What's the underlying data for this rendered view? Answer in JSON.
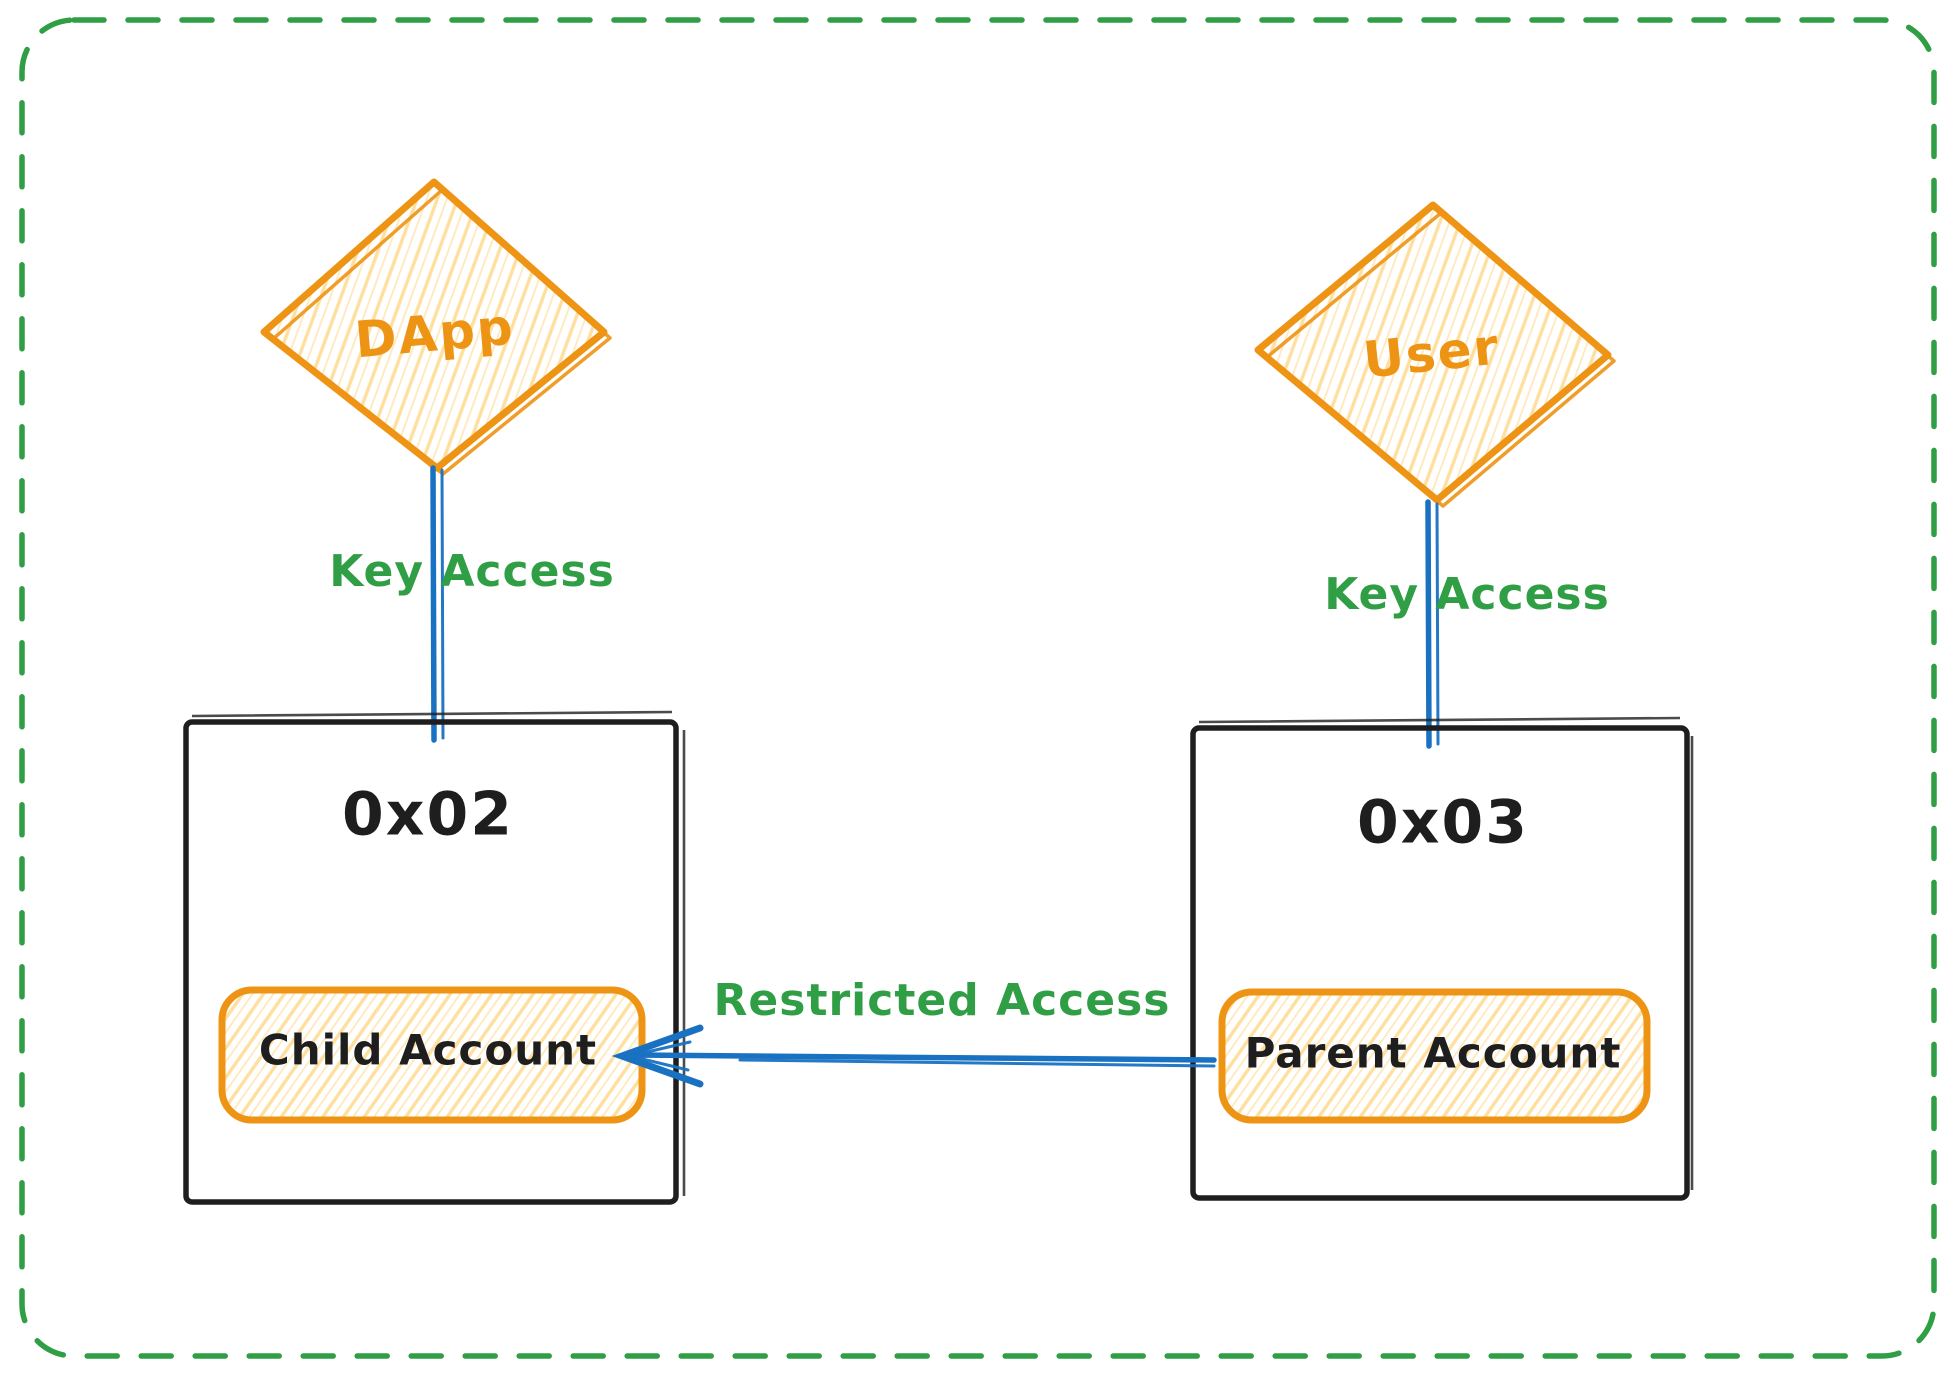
{
  "colors": {
    "ink": "#1e1e1e",
    "orange": "#ee9414",
    "hatch": "#ffdf9e",
    "green": "#2f9e44",
    "blue": "#1971c2",
    "bg": "#ffffff"
  },
  "nodes": {
    "dapp": {
      "label": "DApp"
    },
    "user": {
      "label": "User"
    }
  },
  "boxes": {
    "left": {
      "address": "0x02",
      "account_label": "Child Account"
    },
    "right": {
      "address": "0x03",
      "account_label": "Parent Account"
    }
  },
  "edges": {
    "dapp_key": {
      "label": "Key Access"
    },
    "user_key": {
      "label": "Key Access"
    },
    "restricted": {
      "label": "Restricted Access"
    }
  }
}
